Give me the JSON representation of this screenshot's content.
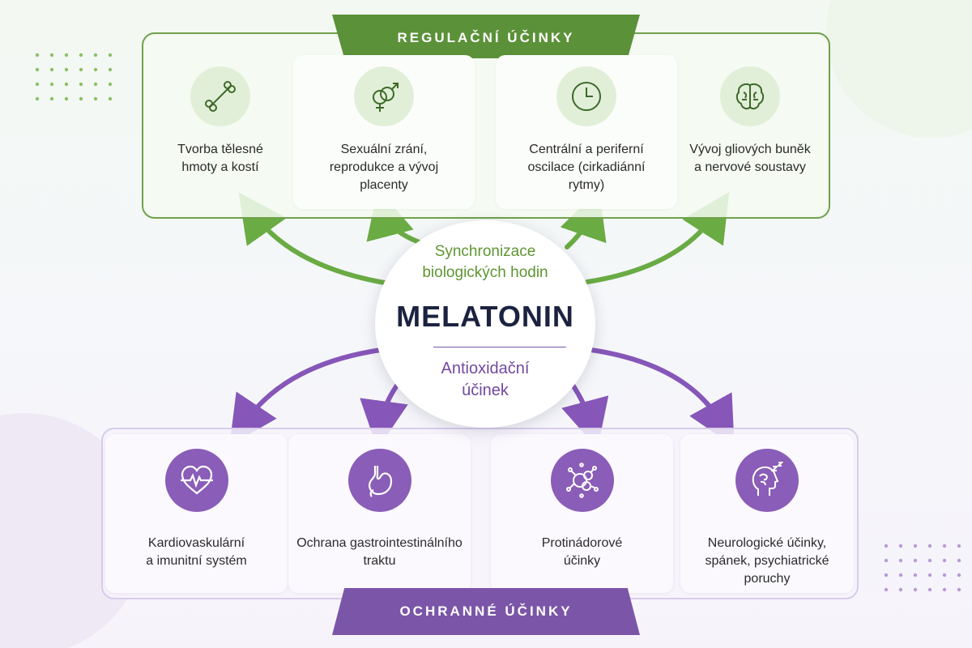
{
  "center": {
    "top_text": "Synchronizace\nbiologických hodin",
    "title": "MELATONIN",
    "bottom_text": "Antioxidační\núčinek"
  },
  "regulatory": {
    "banner": "REGULAČNÍ ÚČINKY",
    "accent_color": "#5b9138",
    "items": [
      {
        "label": "Tvorba tělesné\nhmoty a kostí",
        "icon": "bone-icon"
      },
      {
        "label": "Sexuální zrání,\nreprodukce a vývoj\nplacenty",
        "icon": "gender-symbols-icon"
      },
      {
        "label": "Centrální a periferní\noscilace (cirkadiánní\nrytmy)",
        "icon": "clock-icon"
      },
      {
        "label": "Vývoj gliových buněk\na nervové soustavy",
        "icon": "brain-icon"
      }
    ]
  },
  "protective": {
    "banner": "OCHRANNÉ ÚČINKY",
    "accent_color": "#7b55a8",
    "items": [
      {
        "label": "Kardiovaskulární\na imunitní systém",
        "icon": "heart-pulse-icon"
      },
      {
        "label": "Ochrana gastrointestinálního\ntraktu",
        "icon": "stomach-icon"
      },
      {
        "label": "Protinádorové\núčinky",
        "icon": "cells-icon"
      },
      {
        "label": "Neurologické účinky,\nspánek, psychiatrické\nporuchy",
        "icon": "sleeping-head-icon"
      }
    ]
  }
}
